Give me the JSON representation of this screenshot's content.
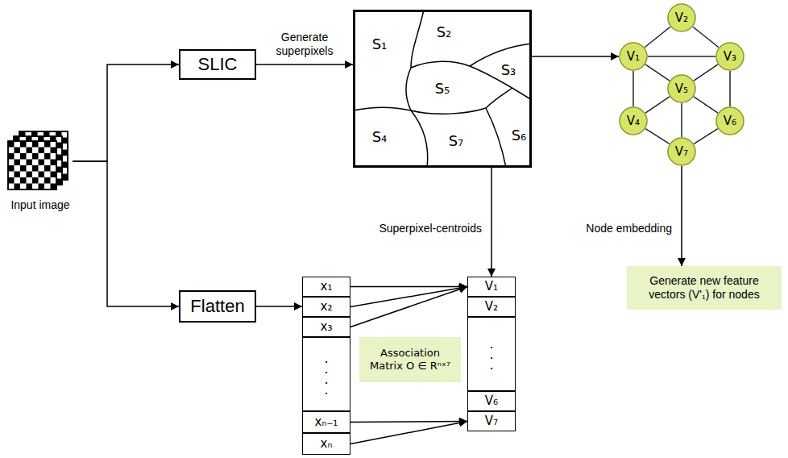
{
  "diagram": {
    "nodes": [
      {
        "text": [
          "Input image"
        ]
      },
      {
        "text": [
          "SLIC"
        ]
      },
      {
        "text": [
          "S₁",
          "S₂",
          "S₃",
          "S₅",
          "S₄",
          "S₇",
          "S₆"
        ]
      },
      {
        "text": [
          "V₂"
        ]
      },
      {
        "text": [
          "V₁"
        ]
      },
      {
        "text": [
          "V₃"
        ]
      },
      {
        "text": [
          "V₅"
        ]
      },
      {
        "text": [
          "V₄"
        ]
      },
      {
        "text": [
          "V₆"
        ]
      },
      {
        "text": [
          "V₇"
        ]
      },
      {
        "text": [
          "Flatten"
        ]
      },
      {
        "text": [
          "x₁"
        ]
      },
      {
        "text": [
          "x₂"
        ]
      },
      {
        "text": [
          "x₃"
        ]
      },
      {
        "text": [
          ".",
          ".",
          ".",
          "."
        ]
      },
      {
        "text": [
          "xₙ₋₁"
        ]
      },
      {
        "text": [
          "xₙ"
        ]
      },
      {
        "text": [
          "Association Matrix O ∈ Rⁿˣ⁷"
        ]
      },
      {
        "text": [
          "V₁"
        ]
      },
      {
        "text": [
          "V₂"
        ]
      },
      {
        "text": [
          ".",
          ".",
          "."
        ]
      },
      {
        "text": [
          "V₆"
        ]
      },
      {
        "text": [
          "V₇"
        ]
      },
      {
        "text": [
          "Generate new feature vectors (V'₁) for nodes"
        ]
      }
    ],
    "edges": [
      {
        "from": 0,
        "to": 1,
        "arrow": "to"
      },
      {
        "from": 0,
        "to": 10,
        "arrow": "to"
      },
      {
        "from": 1,
        "to": 2,
        "label": "Generate superpixels",
        "arrow": "to"
      },
      {
        "from": 2,
        "to": 4,
        "arrow": "to"
      },
      {
        "from": 2,
        "to": 18,
        "label": "Superpixel-centroids",
        "arrow": "to"
      },
      {
        "from": 3,
        "to": 4,
        "arrow": "none"
      },
      {
        "from": 3,
        "to": 5,
        "arrow": "none"
      },
      {
        "from": 4,
        "to": 5,
        "arrow": "none"
      },
      {
        "from": 4,
        "to": 6,
        "arrow": "none"
      },
      {
        "from": 5,
        "to": 6,
        "arrow": "none"
      },
      {
        "from": 4,
        "to": 7,
        "arrow": "none"
      },
      {
        "from": 5,
        "to": 8,
        "arrow": "none"
      },
      {
        "from": 6,
        "to": 7,
        "arrow": "none"
      },
      {
        "from": 6,
        "to": 8,
        "arrow": "none"
      },
      {
        "from": 6,
        "to": 9,
        "arrow": "none"
      },
      {
        "from": 7,
        "to": 9,
        "arrow": "none"
      },
      {
        "from": 8,
        "to": 9,
        "arrow": "none"
      },
      {
        "from": 9,
        "to": 23,
        "label": "Node embedding",
        "arrow": "to"
      },
      {
        "from": 10,
        "to": 12,
        "arrow": "to"
      },
      {
        "from": 11,
        "to": 18,
        "arrow": "to"
      },
      {
        "from": 12,
        "to": 18,
        "arrow": "to"
      },
      {
        "from": 13,
        "to": 18,
        "arrow": "to"
      },
      {
        "from": 15,
        "to": 22,
        "arrow": "to"
      },
      {
        "from": 16,
        "to": 22,
        "arrow": "to"
      }
    ]
  }
}
